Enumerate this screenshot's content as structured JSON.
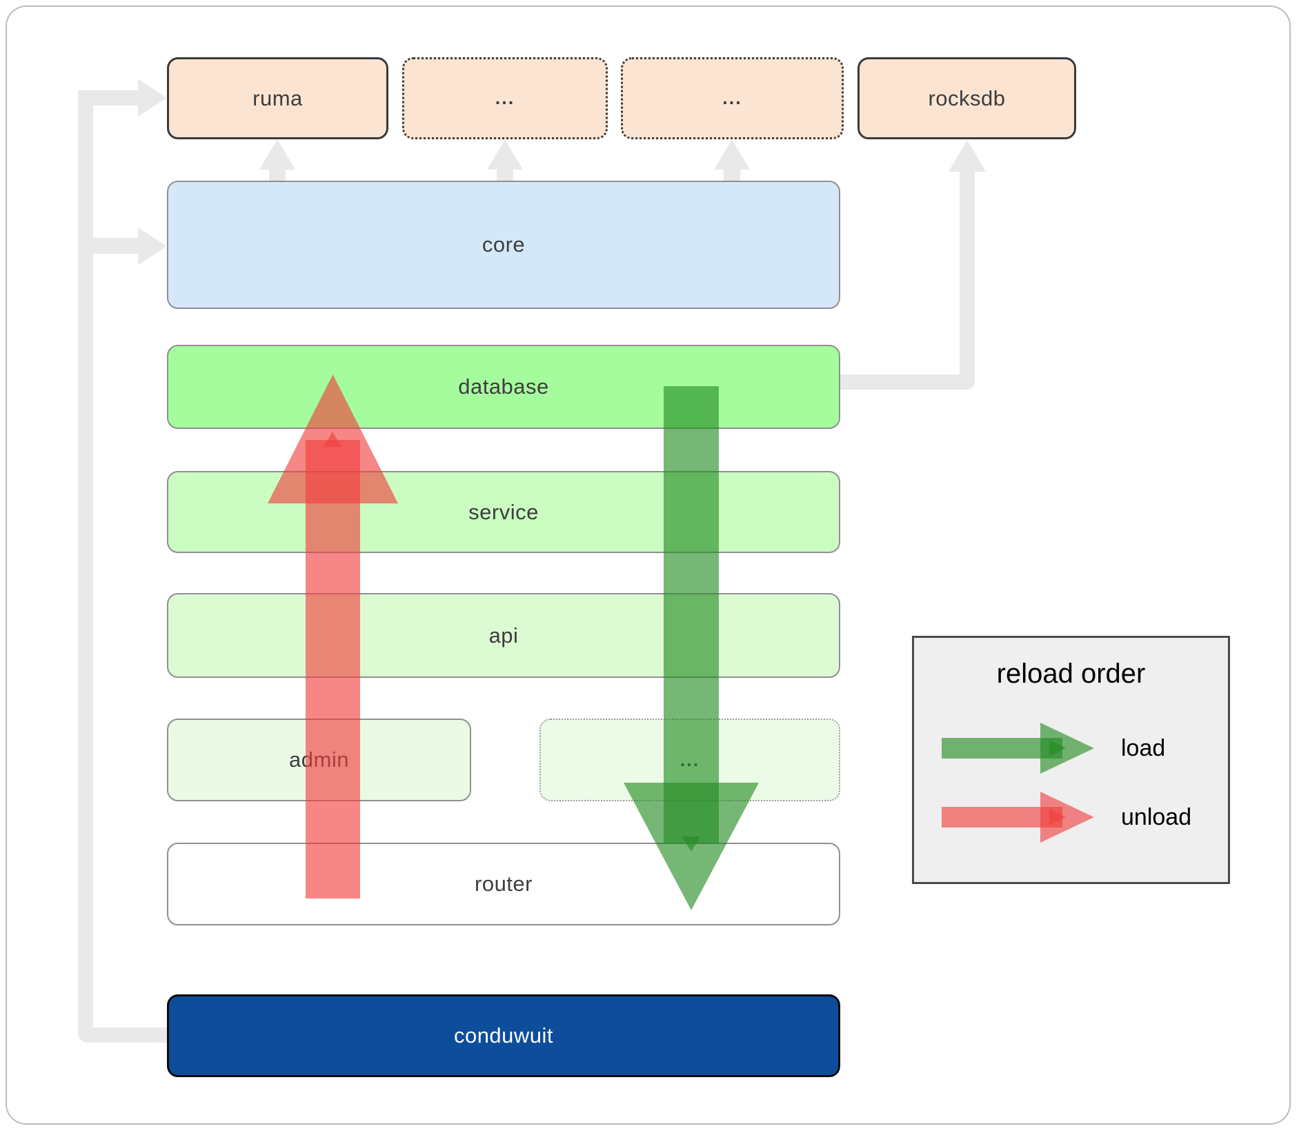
{
  "nodes": {
    "ruma": "ruma",
    "crates_more_1": "...",
    "crates_more_2": "...",
    "rocksdb": "rocksdb",
    "core": "core",
    "database": "database",
    "service": "service",
    "api": "api",
    "admin": "admin",
    "admin_more": "...",
    "router": "router",
    "conduwuit": "conduwuit"
  },
  "legend": {
    "title": "reload order",
    "items": [
      {
        "label": "load",
        "color": "#228b22"
      },
      {
        "label": "unload",
        "color": "#f03e3e"
      }
    ]
  },
  "colors": {
    "crate_peach": "#fbe4d2",
    "core_blue": "#d5e8fa",
    "database_green": "#a5fc9d",
    "service_green": "#cbfcc1",
    "api_green": "#dcfbd3",
    "admin_green": "#eafae4",
    "conduwuit_navy": "#0d4d9c",
    "connector_gray": "#e9e9e9",
    "load_green": "#228b22",
    "unload_red": "#f03e3e",
    "legend_bg": "#efefef"
  }
}
